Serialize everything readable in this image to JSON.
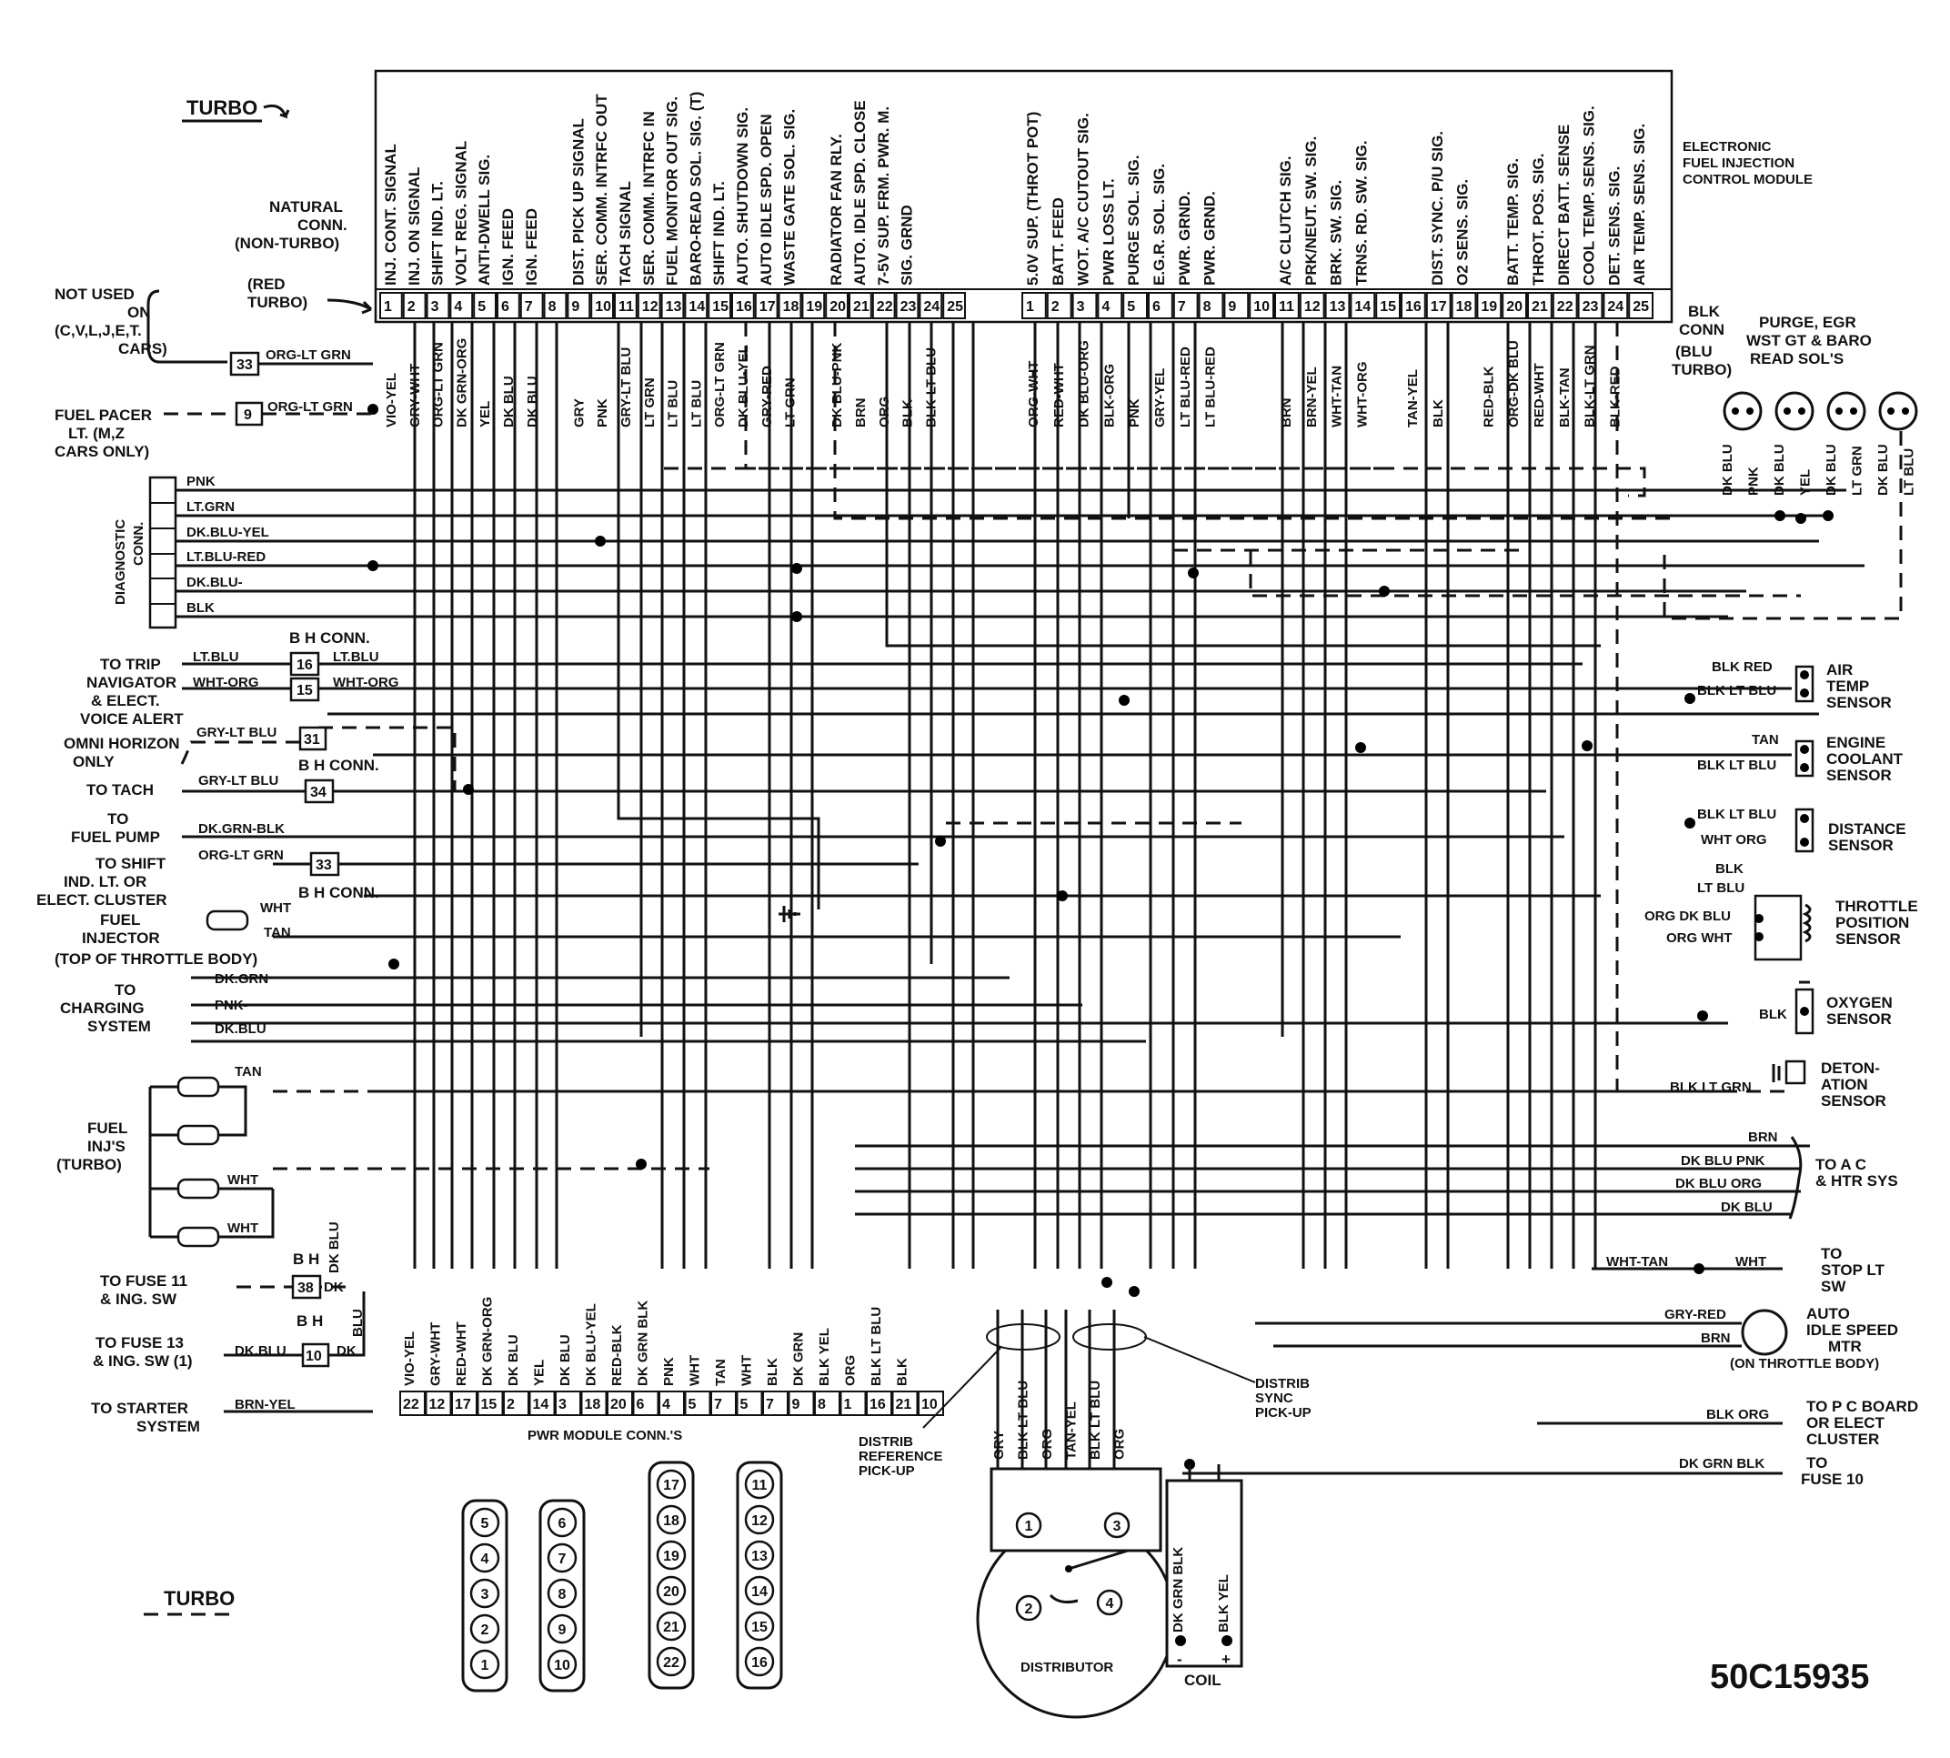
{
  "diagram_id": "50C15935",
  "turbo_top": "TURBO",
  "turbo_bottom": "TURBO",
  "module_title": [
    "ELECTRONIC",
    "FUEL INJECTION",
    "CONTROL MODULE"
  ],
  "natural_conn": [
    "NATURAL",
    "CONN.",
    "(NON-TURBO)"
  ],
  "red_turbo": [
    "(RED",
    "TURBO)"
  ],
  "blk_conn": [
    "BLK",
    "CONN",
    "(BLU",
    "TURBO)"
  ],
  "natural_pins": [
    {
      "pin": "1",
      "func": "INJ. CONT. SIGNAL",
      "wire": "VIO-YEL"
    },
    {
      "pin": "2",
      "func": "INJ. ON SIGNAL",
      "wire": "GRY-WHT"
    },
    {
      "pin": "3",
      "func": "SHIFT IND. LT.",
      "wire": "ORG-LT GRN"
    },
    {
      "pin": "4",
      "func": "VOLT REG. SIGNAL",
      "wire": "DK GRN-ORG"
    },
    {
      "pin": "5",
      "func": "ANTI-DWELL SIG.",
      "wire": "YEL"
    },
    {
      "pin": "6",
      "func": "IGN. FEED",
      "wire": "DK BLU"
    },
    {
      "pin": "7",
      "func": "IGN. FEED",
      "wire": "DK BLU"
    },
    {
      "pin": "8",
      "func": "",
      "wire": ""
    },
    {
      "pin": "9",
      "func": "DIST. PICK UP SIGNAL",
      "wire": "GRY"
    },
    {
      "pin": "10",
      "func": "SER. COMM. INTRFC OUT",
      "wire": "PNK"
    },
    {
      "pin": "11",
      "func": "TACH SIGNAL",
      "wire": "GRY-LT BLU"
    },
    {
      "pin": "12",
      "func": "SER. COMM. INTRFC IN",
      "wire": "LT GRN"
    },
    {
      "pin": "13",
      "func": "FUEL MONITOR OUT SIG.",
      "wire": "LT BLU"
    },
    {
      "pin": "14",
      "func": "BARO-READ SOL. SIG. (T)",
      "wire": "LT BLU"
    },
    {
      "pin": "15",
      "func": "SHIFT IND. LT.",
      "wire": "ORG-LT GRN"
    },
    {
      "pin": "16",
      "func": "AUTO. SHUTDOWN SIG.",
      "wire": "DK BLU-YEL"
    },
    {
      "pin": "17",
      "func": "AUTO IDLE SPD. OPEN",
      "wire": "GRY-RED"
    },
    {
      "pin": "18",
      "func": "WASTE GATE SOL. SIG.",
      "wire": "LT GRN"
    },
    {
      "pin": "19",
      "func": "",
      "wire": ""
    },
    {
      "pin": "20",
      "func": "RADIATOR FAN RLY.",
      "wire": "DK BLU-PNK"
    },
    {
      "pin": "21",
      "func": "AUTO. IDLE SPD. CLOSE",
      "wire": "BRN"
    },
    {
      "pin": "22",
      "func": "7-5V SUP. FRM. PWR. M.",
      "wire": "ORG"
    },
    {
      "pin": "23",
      "func": "SIG. GRND",
      "wire": "BLK"
    },
    {
      "pin": "24",
      "func": "",
      "wire": "BLK-LT BLU"
    },
    {
      "pin": "25",
      "func": "",
      "wire": ""
    }
  ],
  "blk_pins": [
    {
      "pin": "1",
      "func": "5.0V SUP. (THROT POT)",
      "wire": "ORG-WHT"
    },
    {
      "pin": "2",
      "func": "BATT. FEED",
      "wire": "RED-WHT"
    },
    {
      "pin": "3",
      "func": "WOT. A/C CUTOUT SIG.",
      "wire": "DK BLU-ORG"
    },
    {
      "pin": "4",
      "func": "PWR LOSS LT.",
      "wire": "BLK-ORG"
    },
    {
      "pin": "5",
      "func": "PURGE SOL. SIG.",
      "wire": "PNK"
    },
    {
      "pin": "6",
      "func": "E.G.R. SOL. SIG.",
      "wire": "GRY-YEL"
    },
    {
      "pin": "7",
      "func": "PWR. GRND.",
      "wire": "LT BLU-RED"
    },
    {
      "pin": "8",
      "func": "PWR. GRND.",
      "wire": "LT BLU-RED"
    },
    {
      "pin": "9",
      "func": "",
      "wire": ""
    },
    {
      "pin": "10",
      "func": "",
      "wire": ""
    },
    {
      "pin": "11",
      "func": "A/C CLUTCH SIG.",
      "wire": "BRN"
    },
    {
      "pin": "12",
      "func": "PRK/NEUT. SW. SIG.",
      "wire": "BRN-YEL"
    },
    {
      "pin": "13",
      "func": "BRK. SW. SIG.",
      "wire": "WHT-TAN"
    },
    {
      "pin": "14",
      "func": "TRNS. RD. SW. SIG.",
      "wire": "WHT-ORG"
    },
    {
      "pin": "15",
      "func": "",
      "wire": ""
    },
    {
      "pin": "16",
      "func": "",
      "wire": "TAN-YEL"
    },
    {
      "pin": "17",
      "func": "DIST. SYNC. P/U SIG.",
      "wire": "BLK"
    },
    {
      "pin": "18",
      "func": "O2 SENS. SIG.",
      "wire": ""
    },
    {
      "pin": "19",
      "func": "",
      "wire": "RED-BLK"
    },
    {
      "pin": "20",
      "func": "BATT. TEMP. SIG.",
      "wire": "ORG-DK BLU"
    },
    {
      "pin": "21",
      "func": "THROT. POS. SIG.",
      "wire": "RED-WHT"
    },
    {
      "pin": "22",
      "func": "DIRECT BATT. SENSE",
      "wire": "BLK-TAN"
    },
    {
      "pin": "23",
      "func": "COOL TEMP. SENS. SIG.",
      "wire": "BLK-LT GRN"
    },
    {
      "pin": "24",
      "func": "DET. SENS. SIG.",
      "wire": "BLK-RED"
    },
    {
      "pin": "25",
      "func": "AIR TEMP. SENS. SIG.",
      "wire": ""
    }
  ],
  "left_labels": {
    "not_used": [
      "NOT USED",
      "ON",
      "(C,V,L,J,E,T.",
      "CARS)"
    ],
    "fuel_pacer": [
      "FUEL PACER",
      "LT. (M,Z",
      "CARS ONLY)"
    ],
    "diag": [
      "DIAGNOSTIC",
      "CONN."
    ],
    "diag_wires": [
      "PNK",
      "LT.GRN",
      "DK.BLU-YEL",
      "LT.BLU-RED",
      "DK.BLU-",
      "BLK"
    ],
    "trip": [
      "TO TRIP",
      "NAVIGATOR",
      "& ELECT.",
      "VOICE ALERT"
    ],
    "omni": [
      "OMNI HORIZON",
      "ONLY"
    ],
    "tach": "TO TACH",
    "fuel_pump": [
      "TO",
      "FUEL PUMP"
    ],
    "shift": [
      "TO SHIFT",
      "IND. LT. OR",
      "ELECT. CLUSTER"
    ],
    "fuel_injector": [
      "FUEL",
      "INJECTOR",
      "(TOP OF THROTTLE BODY)"
    ],
    "charging": [
      "TO",
      "CHARGING",
      "SYSTEM"
    ],
    "fuel_injs": [
      "FUEL",
      "INJ'S",
      "(TURBO)"
    ],
    "fuse11": [
      "TO FUSE 11",
      "& ING. SW"
    ],
    "fuse13": [
      "TO FUSE 13",
      "& ING. SW (1)"
    ],
    "starter": [
      "TO STARTER",
      "SYSTEM"
    ],
    "bh_conn": "B H CONN.",
    "bh": "B H",
    "conn_33": "33",
    "conn_9": "9",
    "conn_16": "16",
    "conn_15": "15",
    "conn_31": "31",
    "conn_34": "34",
    "conn_33b": "33",
    "conn_38": "38",
    "conn_10": "10",
    "w_org_lt_grn": "ORG-LT GRN",
    "w_lt_blu": "LT.BLU",
    "w_wht_org": "WHT-ORG",
    "w_gry_lt_blu": "GRY-LT BLU",
    "w_dk_grn_blk": "DK.GRN-BLK",
    "w_org_lt_grn2": "ORG-LT GRN",
    "w_wht": "WHT",
    "w_tan": "TAN",
    "w_dk_grn": "DK.GRN",
    "w_pnk": "PNK-",
    "w_dk_blu": "DK.BLU",
    "w_dk_blu2": "DK BLU",
    "w_blu": "BLU",
    "w_dk": "DK",
    "w_brn_yel": "BRN-YEL"
  },
  "right_labels": {
    "purge": [
      "PURGE, EGR",
      "WST GT & BARO",
      "READ SOL'S"
    ],
    "air_temp": [
      "AIR",
      "TEMP",
      "SENSOR"
    ],
    "coolant": [
      "ENGINE",
      "COOLANT",
      "SENSOR"
    ],
    "distance": [
      "DISTANCE",
      "SENSOR"
    ],
    "throttle": [
      "THROTTLE",
      "POSITION",
      "SENSOR"
    ],
    "oxygen": [
      "OXYGEN",
      "SENSOR"
    ],
    "deton": [
      "DETON-",
      "ATION",
      "SENSOR"
    ],
    "ac": [
      "TO A C",
      "& HTR SYS"
    ],
    "stop": [
      "TO",
      "STOP LT",
      "SW"
    ],
    "idle": [
      "AUTO",
      "IDLE SPEED",
      "MTR",
      "(ON THROTTLE BODY)"
    ],
    "pc_board": [
      "TO P C BOARD",
      "OR ELECT",
      "CLUSTER"
    ],
    "fuse10": [
      "TO",
      "FUSE 10"
    ],
    "purge_wires": [
      "DK BLU",
      "PNK",
      "DK BLU",
      "YEL",
      "DK BLU",
      "LT GRN",
      "DK BLU",
      "LT BLU"
    ],
    "w_blk_red": "BLK RED",
    "w_blk_lt_blu": "BLK LT BLU",
    "w_tan": "TAN",
    "w_blk_lt_blu2": "BLK LT BLU",
    "w_blk_lt_blu3": "BLK LT BLU",
    "w_wht_org": "WHT ORG",
    "w_blk": "BLK",
    "w_lt_blu": "LT BLU",
    "w_org_dk_blu": "ORG DK BLU",
    "w_org_wht": "ORG WHT",
    "w_blk2": "BLK",
    "w_blk_lt_grn": "BLK LT GRN",
    "w_brn": "BRN",
    "w_dk_blu_pnk": "DK BLU PNK",
    "w_dk_blu_org": "DK BLU ORG",
    "w_dk_blu": "DK BLU",
    "w_wht_tan": "WHT-TAN",
    "w_wht": "WHT",
    "w_gry_red": "GRY-RED",
    "w_brn2": "BRN",
    "w_blk_org": "BLK ORG",
    "w_dk_grn_blk": "DK GRN BLK"
  },
  "pwr_module": {
    "title": "PWR MODULE CONN.'S",
    "pins": [
      "22",
      "12",
      "17",
      "15",
      "2",
      "14",
      "3",
      "18",
      "20",
      "6",
      "4",
      "5",
      "7",
      "5",
      "7",
      "9",
      "8",
      "1",
      "16",
      "21",
      "10"
    ],
    "wires": [
      "VIO-YEL",
      "GRY-WHT",
      "RED-WHT",
      "DK GRN-ORG",
      "DK BLU",
      "YEL",
      "DK BLU",
      "DK BLU-YEL",
      "RED-BLK",
      "DK GRN BLK",
      "PNK",
      "WHT",
      "TAN",
      "WHT",
      "BLK",
      "DK GRN",
      "BLK YEL",
      "ORG",
      "BLK LT BLU",
      "BLK"
    ],
    "conn_a": [
      "5",
      "4",
      "3",
      "2",
      "1"
    ],
    "conn_b": [
      "6",
      "7",
      "8",
      "9",
      "10"
    ],
    "conn_c": [
      "17",
      "18",
      "19",
      "20",
      "21",
      "22"
    ],
    "conn_d": [
      "11",
      "12",
      "13",
      "14",
      "15",
      "16"
    ]
  },
  "distributor": {
    "label": "DISTRIBUTOR",
    "ref_pickup": [
      "DISTRIB",
      "REFERENCE",
      "PICK-UP"
    ],
    "sync_pickup": [
      "DISTRIB",
      "SYNC",
      "PICK-UP"
    ],
    "wires": [
      "GRY",
      "BLK LT BLU",
      "ORG",
      "TAN-YEL",
      "BLK LT BLU",
      "ORG"
    ],
    "terminals": [
      "1",
      "2",
      "3",
      "4"
    ],
    "coil": "COIL",
    "coil_wires": [
      "DK GRN BLK",
      "BLK YEL"
    ],
    "coil_pol": [
      "-",
      "+"
    ]
  },
  "ground_symbol": "ground-symbol"
}
